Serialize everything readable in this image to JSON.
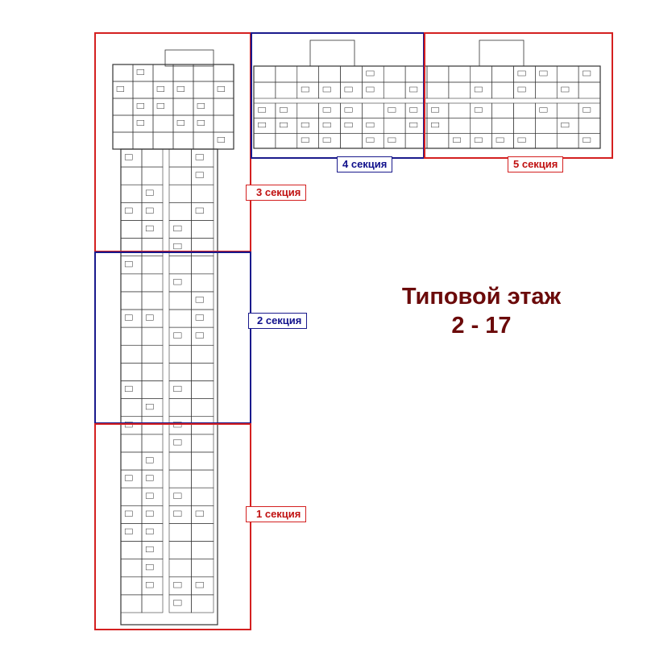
{
  "title": {
    "line1": "Типовой этаж",
    "line2": "2 - 17"
  },
  "sections": [
    {
      "id": 1,
      "label": "1 секция",
      "color": "#d42020"
    },
    {
      "id": 2,
      "label": "2 секция",
      "color": "#1a1a8c"
    },
    {
      "id": 3,
      "label": "3 секция",
      "color": "#d42020"
    },
    {
      "id": 4,
      "label": "4 секция",
      "color": "#1a1a8c"
    },
    {
      "id": 5,
      "label": "5 секция",
      "color": "#d42020"
    }
  ]
}
